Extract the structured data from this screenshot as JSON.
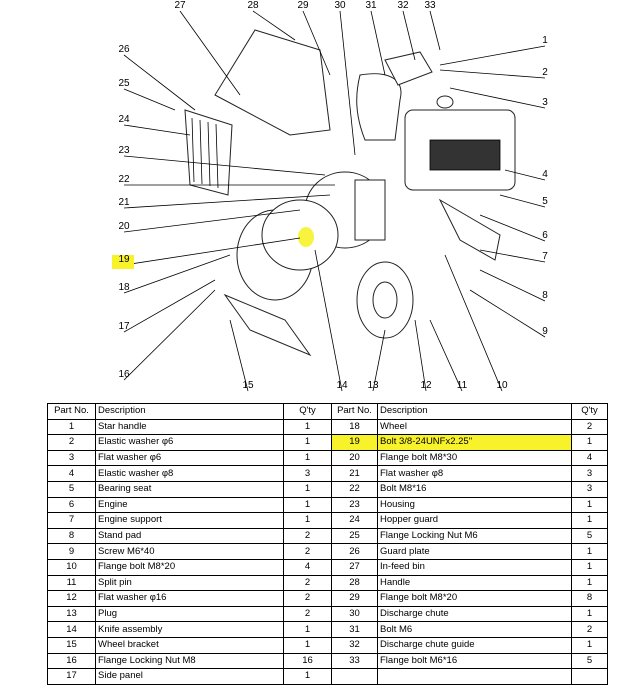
{
  "diagram": {
    "callouts": [
      "1",
      "2",
      "3",
      "4",
      "5",
      "6",
      "7",
      "8",
      "9",
      "10",
      "11",
      "12",
      "13",
      "14",
      "15",
      "16",
      "17",
      "18",
      "19",
      "20",
      "21",
      "22",
      "23",
      "24",
      "25",
      "26",
      "27",
      "28",
      "29",
      "30",
      "31",
      "32",
      "33"
    ],
    "highlighted_callout": "19",
    "highlight_color": "#f7f22a"
  },
  "table": {
    "headers": [
      "Part No.",
      "Description",
      "Q'ty",
      "Part No.",
      "Description",
      "Q'ty"
    ],
    "rows": [
      [
        "1",
        "Star handle",
        "1",
        "18",
        "Wheel",
        "2"
      ],
      [
        "2",
        "Elastic washer φ6",
        "1",
        "19",
        "Bolt 3/8-24UNFx2.25\"",
        "1"
      ],
      [
        "3",
        "Flat washer φ6",
        "1",
        "20",
        "Flange bolt M8*30",
        "4"
      ],
      [
        "4",
        "Elastic washer φ8",
        "3",
        "21",
        "Flat washer φ8",
        "3"
      ],
      [
        "5",
        "Bearing seat",
        "1",
        "22",
        "Bolt M8*16",
        "3"
      ],
      [
        "6",
        "Engine",
        "1",
        "23",
        "Housing",
        "1"
      ],
      [
        "7",
        "Engine support",
        "1",
        "24",
        "Hopper guard",
        "1"
      ],
      [
        "8",
        "Stand pad",
        "2",
        "25",
        "Flange Locking Nut M6",
        "5"
      ],
      [
        "9",
        "Screw M6*40",
        "2",
        "26",
        "Guard plate",
        "1"
      ],
      [
        "10",
        "Flange bolt M8*20",
        "4",
        "27",
        "In-feed bin",
        "1"
      ],
      [
        "11",
        "Split pin",
        "2",
        "28",
        "Handle",
        "1"
      ],
      [
        "12",
        "Flat washer φ16",
        "2",
        "29",
        "Flange bolt M8*20",
        "8"
      ],
      [
        "13",
        "Plug",
        "2",
        "30",
        "Discharge chute",
        "1"
      ],
      [
        "14",
        "Knife assembly",
        "1",
        "31",
        "Bolt M6",
        "2"
      ],
      [
        "15",
        "Wheel bracket",
        "1",
        "32",
        "Discharge chute guide",
        "1"
      ],
      [
        "16",
        "Flange Locking Nut M8",
        "16",
        "33",
        "Flange bolt M6*16",
        "5"
      ],
      [
        "17",
        "Side panel",
        "1",
        "",
        "",
        ""
      ]
    ]
  }
}
